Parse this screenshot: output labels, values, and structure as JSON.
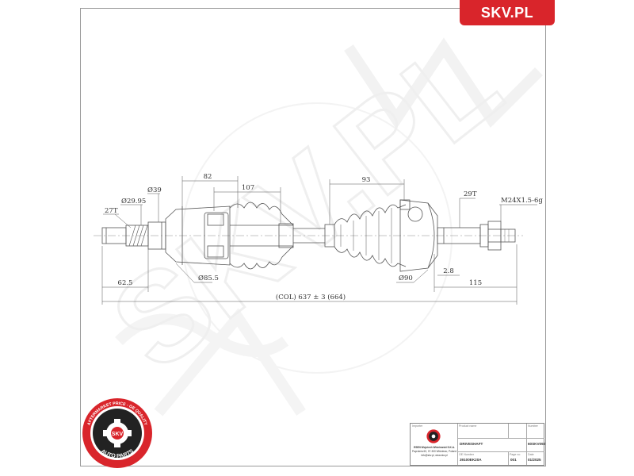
{
  "brand": {
    "text": "SKV.PL"
  },
  "watermark": {
    "text": "SKV.PL"
  },
  "dimensions": {
    "d82": "82",
    "d107": "107",
    "d93": "93",
    "d39": "Ø39",
    "d2995": "Ø29.95",
    "t27": "27T",
    "t29": "29T",
    "m24": "M24X1.5-6g",
    "d855": "Ø85.5",
    "d90": "Ø90",
    "d625": "62.5",
    "d28": "2.8",
    "d115": "115",
    "total": "(COL) 637 ± 3 (664)"
  },
  "seal": {
    "outer_text": "AFTERMARKET PRICE - OE QUALITY",
    "inner_text": "SKV",
    "bottom_text": "AUTO PARTS",
    "color": "#d9252b"
  },
  "title_block": {
    "importer_label": "Importer",
    "importer_name": "ESEN Wojciech Wiśniewski S.K.A.",
    "importer_address": "Paprotnia 63, 07-300 Wiśniewo, Poland",
    "importer_contact": "info@skv.pl, www.skv.pl",
    "product_label": "Product name",
    "product_value": "DRIVESHAFT",
    "number_label": "Number",
    "number_value": "60SKV092",
    "oe_label": "OE Number",
    "oe_value": "39100EK20A",
    "page_label": "Page no",
    "page_value": "001",
    "date_label": "Date",
    "date_value": "01/2025"
  },
  "colors": {
    "brand_red": "#d9252b",
    "line": "#555555",
    "watermark": "#eeeeee"
  }
}
